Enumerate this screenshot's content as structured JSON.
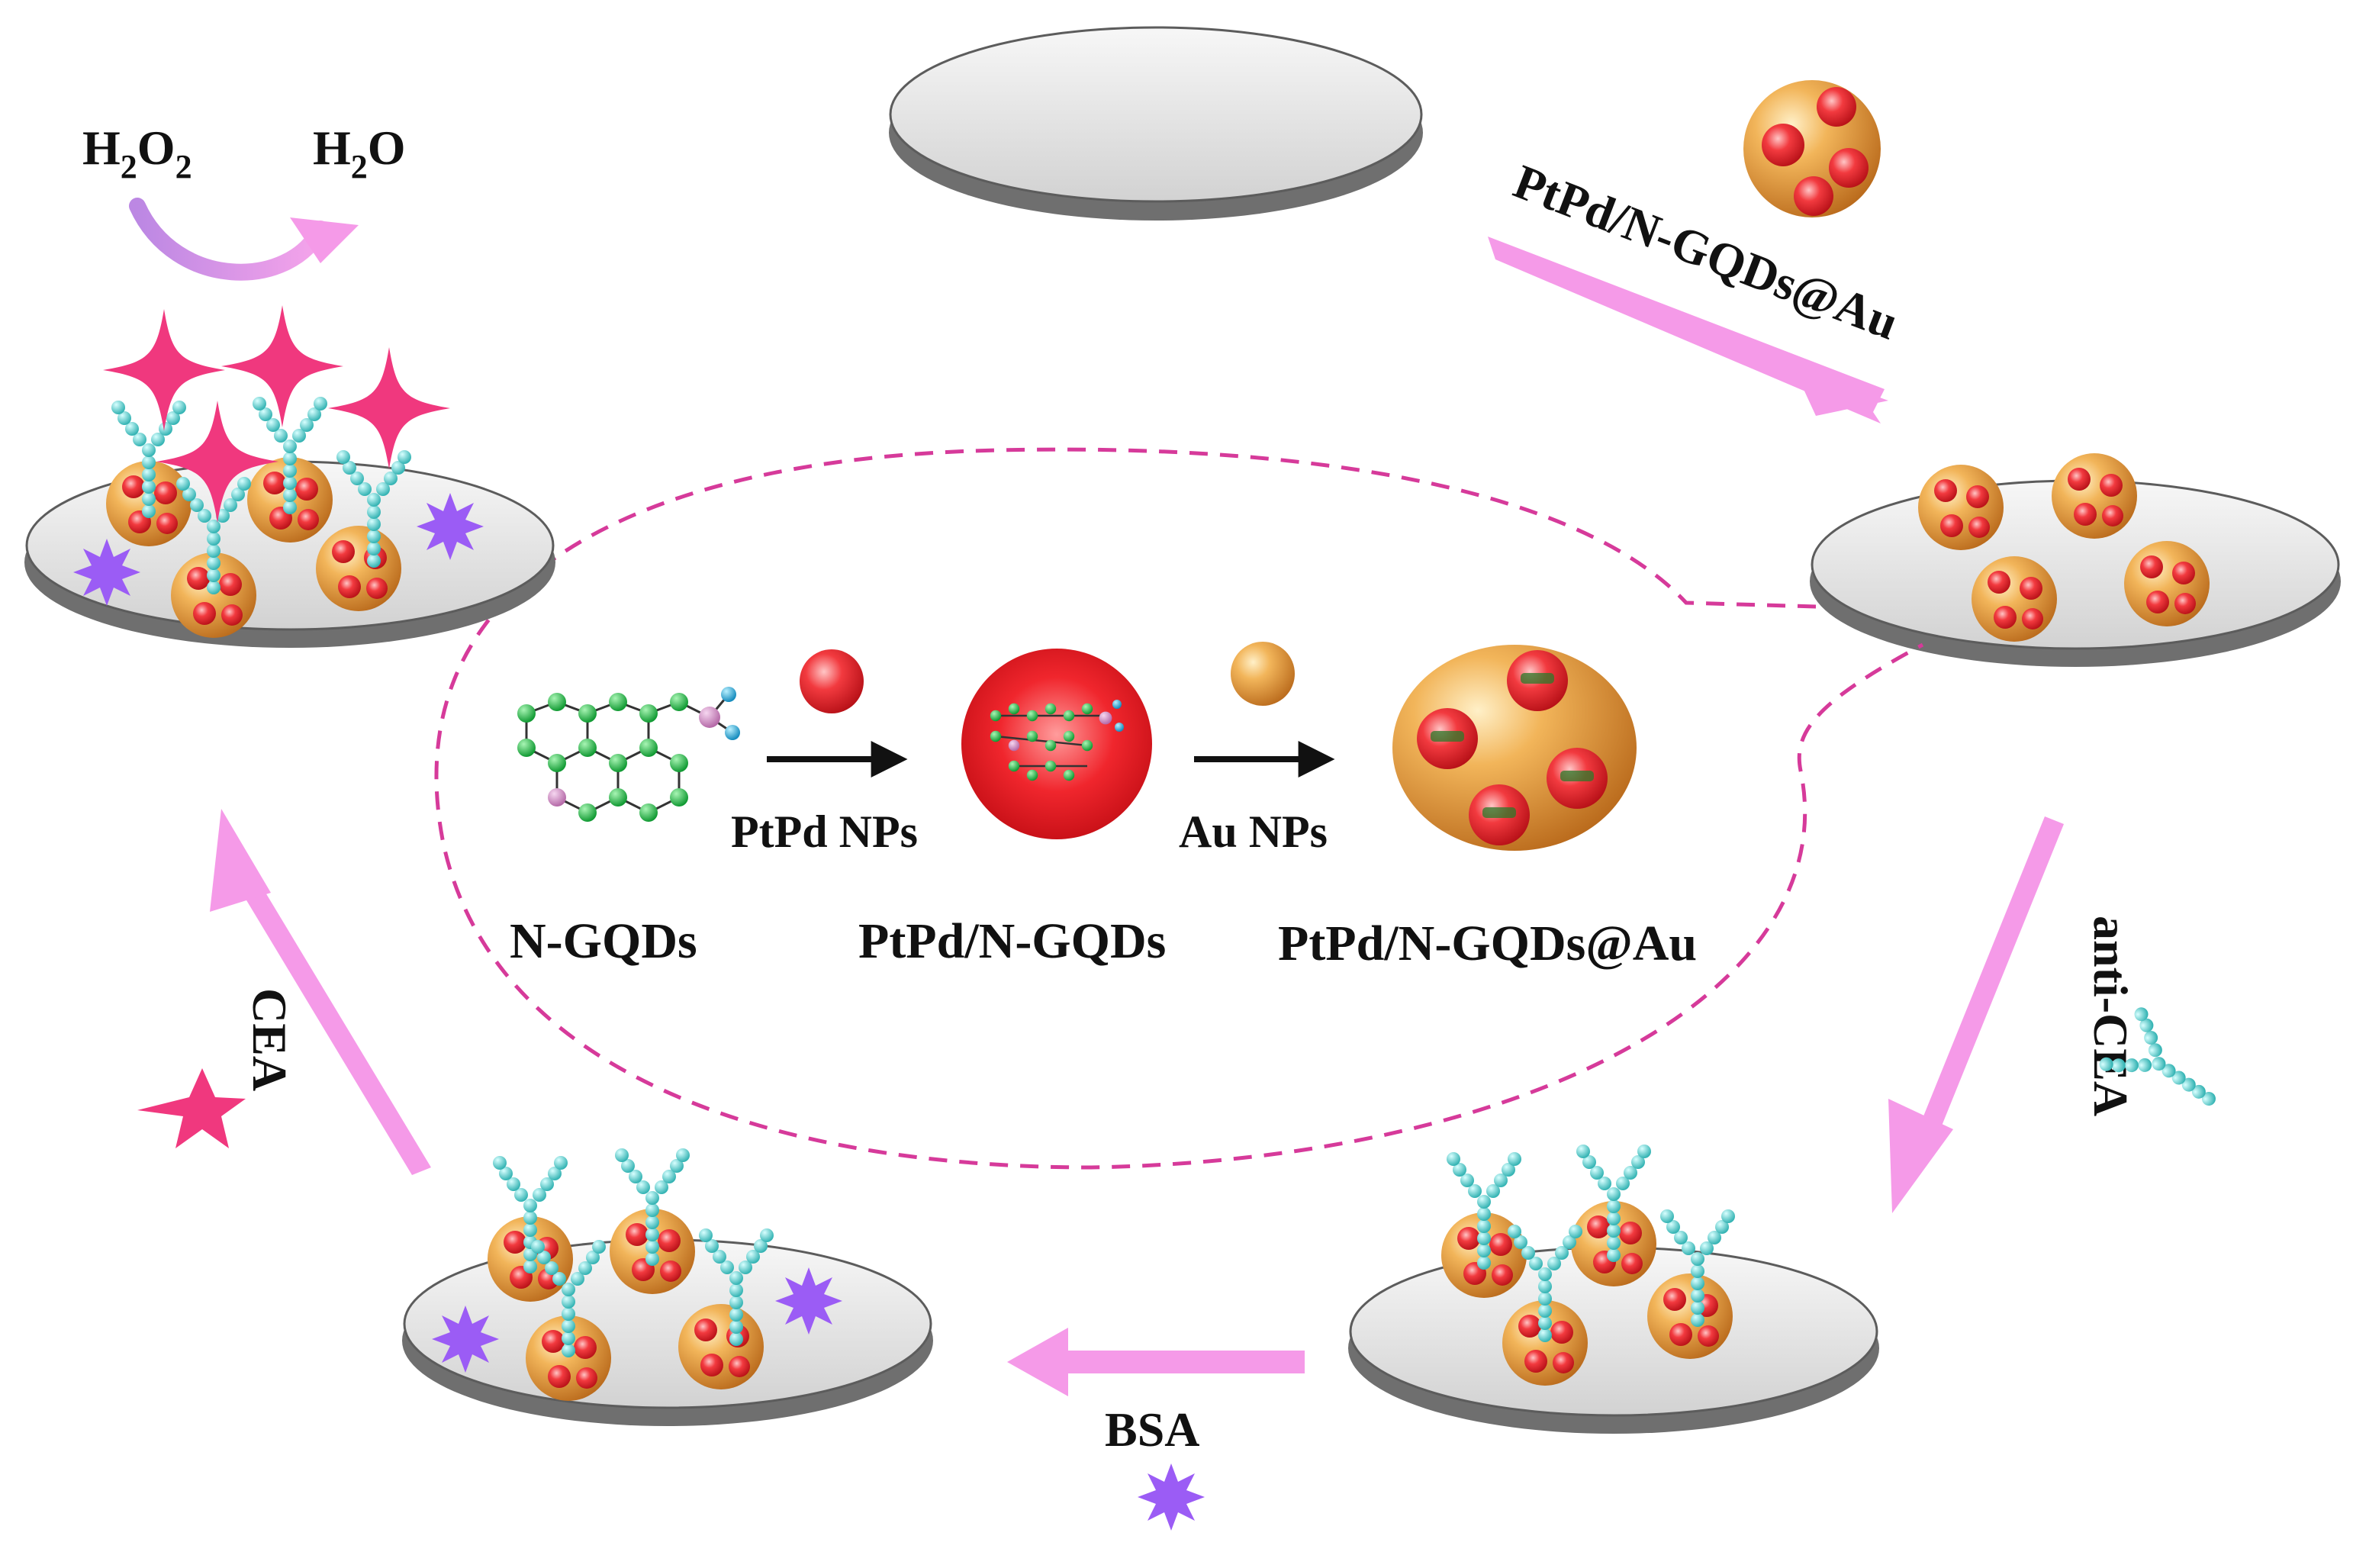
{
  "reaction": {
    "reactant_main": "H",
    "reactant_sub1": "2",
    "reactant_mid": "O",
    "reactant_sub2": "2",
    "product_main": "H",
    "product_sub": "2",
    "product_end": "O"
  },
  "steps": {
    "step1_label": "PtPd/N-GQDs@Au",
    "step2_label": "anti-CEA",
    "step3_label": "BSA",
    "step4_label": "CEA"
  },
  "synthesis": {
    "arrow1_label": "PtPd NPs",
    "arrow2_label": "Au NPs",
    "material1": "N-GQDs",
    "material2": "PtPd/N-GQDs",
    "material3": "PtPd/N-GQDs@Au"
  },
  "colors": {
    "arrow": "#f59ae8",
    "dashed_outline": "#d63a9a",
    "electrode_top": "#e6e6e6",
    "electrode_edge": "#6f6f6f",
    "gold": "#e49b3a",
    "ptpd_red": "#ec2b33",
    "antibody": "#5ecfcf",
    "cea_star": "#f0387e",
    "bsa": "#9b5cf5",
    "gqd_green": "#27c24a",
    "gqd_pink": "#d48ac8",
    "gqd_blue": "#24a8d6"
  }
}
